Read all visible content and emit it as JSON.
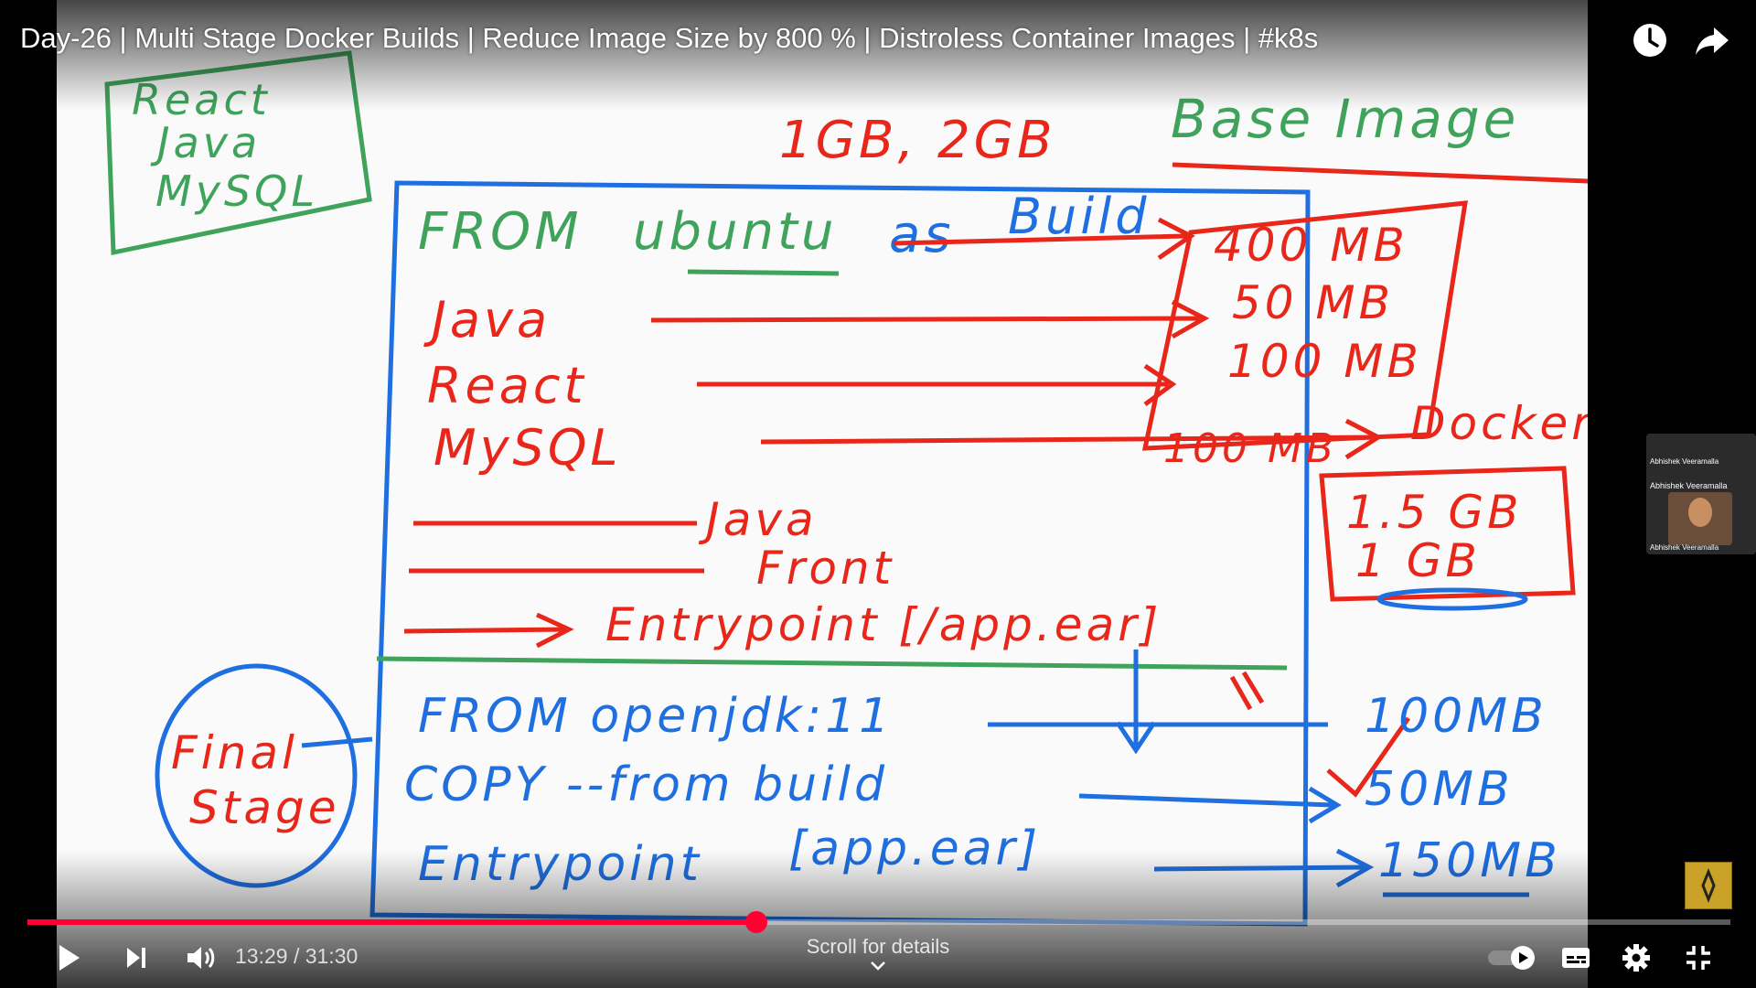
{
  "video": {
    "title": "Day-26 | Multi Stage Docker Builds | Reduce Image Size by 800 % | Distroless Container Images | #k8s",
    "current_time": "13:29",
    "duration": "31:30",
    "time_display": "13:29 / 31:30",
    "progress_fraction": 0.428
  },
  "overlay": {
    "scroll_hint": "Scroll for details"
  },
  "pip": {
    "name_top": "Abhishek Veeramalla",
    "name_mid": "Abhishek Veeramalla",
    "name_bottom": "Abhishek Veeramalla"
  },
  "whiteboard": {
    "stack_note": [
      "React",
      "Java",
      "MySQL"
    ],
    "sizes_header": "1GB, 2GB",
    "base_image_label": "Base Image",
    "stage1": {
      "from_kw": "FROM",
      "from_img": "ubuntu",
      "as_kw": "as",
      "as_name": "Build",
      "lines": [
        "Java",
        "React",
        "MySQL"
      ],
      "extra_lines": [
        "Java",
        "Front"
      ],
      "entrypoint": "Entrypoint [/app.ear]"
    },
    "stage1_sizes": [
      "400 MB",
      "50 MB",
      "100 MB",
      "100 MB"
    ],
    "docker_label": "Docker",
    "totals": [
      "1.5 GB",
      "1 GB"
    ],
    "final_stage_label": [
      "Final",
      "Stage"
    ],
    "stage2": {
      "from_line": "FROM openjdk:11",
      "copy_line": "COPY --from build",
      "entry_kw": "Entrypoint",
      "entry_arg": "[app.ear]"
    },
    "stage2_sizes": [
      "100MB",
      "50MB",
      "150MB"
    ]
  },
  "colors": {
    "red": "#e8261a",
    "blue": "#1f6fe0",
    "green": "#3fa35b",
    "progress_played": "#ff0033"
  },
  "icons": {
    "watch_later": "clock-icon",
    "share": "share-arrow-icon",
    "play": "play-icon",
    "next": "next-icon",
    "volume": "volume-icon",
    "autoplay": "autoplay-toggle-icon",
    "captions": "captions-icon",
    "settings": "gear-icon",
    "exit_fullscreen": "exit-fullscreen-icon",
    "extension": "extension-badge-icon",
    "scroll": "chevron-down-icon"
  }
}
